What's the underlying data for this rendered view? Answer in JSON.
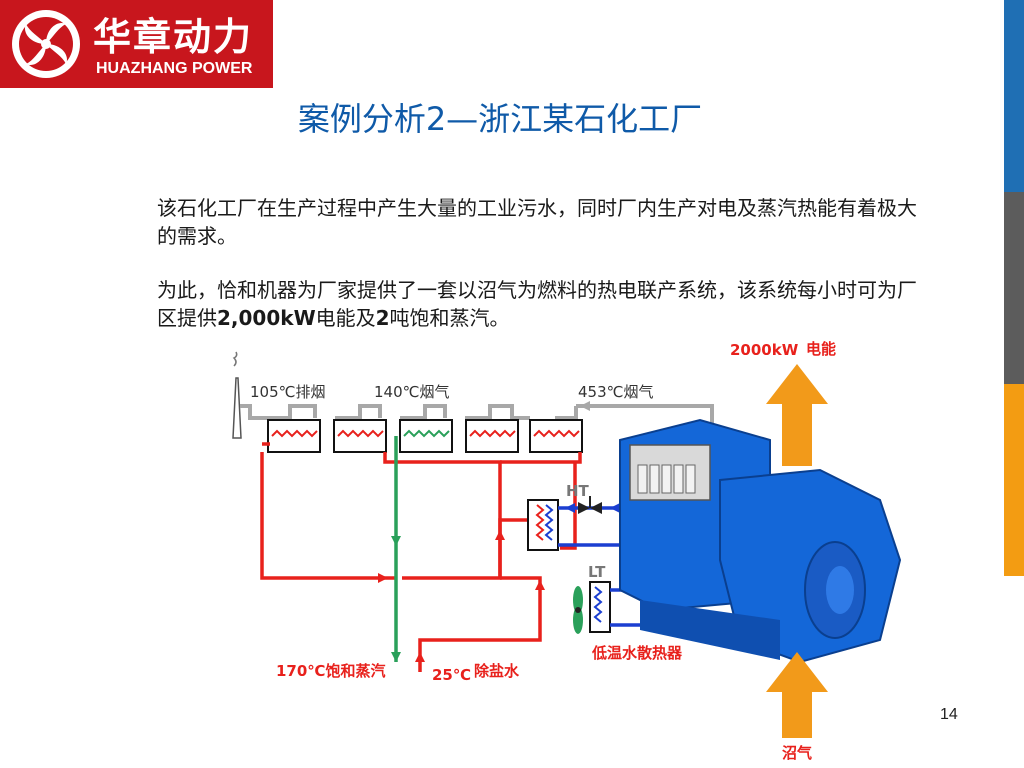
{
  "logo": {
    "name_cn": "华章动力",
    "name_en": "HUAZHANG POWER"
  },
  "slide": {
    "title": "案例分析2—浙江某石化工厂",
    "para1": "该石化工厂在生产过程中产生大量的工业污水，同时厂内生产对电及蒸汽热能有着极大的需求。",
    "para2_a": "为此，恰和机器为厂家提供了一套以沼气为燃料的热电联产系统，该系统每小时可为厂区提供",
    "para2_b": "2,000kW",
    "para2_c": "电能及",
    "para2_d": "2",
    "para2_e": "吨饱和蒸汽。",
    "page_number": "14"
  },
  "diagram": {
    "label_105": "105℃排烟",
    "label_140": "140℃烟气",
    "label_453": "453℃烟气",
    "label_power_value": "2000kW",
    "label_power": "电能",
    "label_ht": "HT",
    "label_lt": "LT",
    "label_steam": "170℃饱和蒸汽",
    "label_water_temp": "25℃",
    "label_water": "除盐水",
    "label_radiator": "低温水散热器",
    "label_biogas": "沼气"
  },
  "colors": {
    "brand_red": "#c8161d",
    "title_blue": "#0f5aa8",
    "pipe_red": "#e8211c",
    "pipe_green": "#2aa05a",
    "pipe_blue": "#1b3fd1",
    "pipe_gray": "#a8a8a8",
    "arrow_orange": "#f29a1a",
    "engine_blue": "#1467d8"
  }
}
